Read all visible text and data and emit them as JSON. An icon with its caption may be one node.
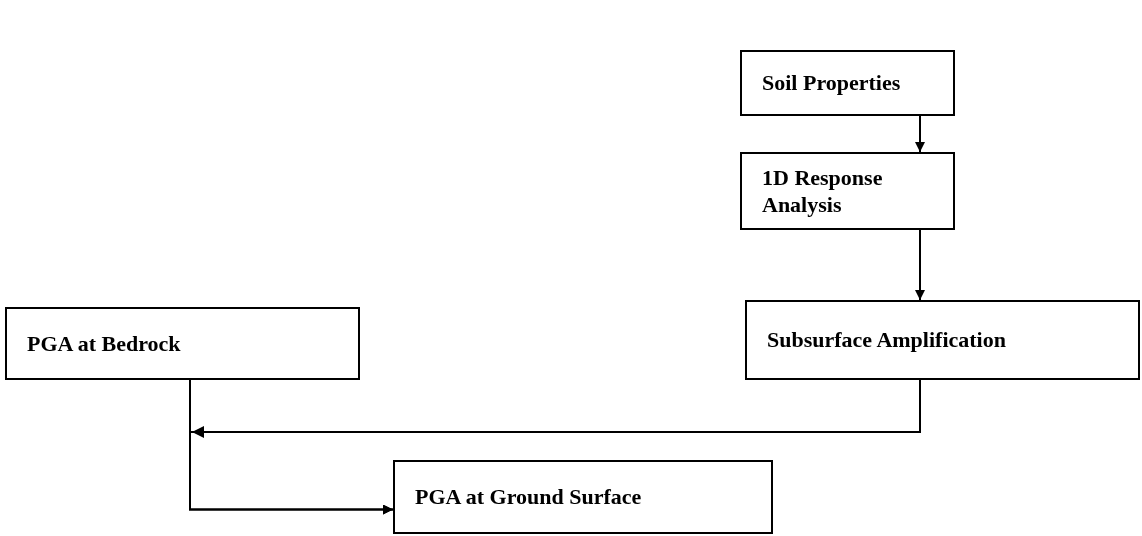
{
  "diagram": {
    "nodes": [
      {
        "text": [
          "Soil Properties"
        ]
      },
      {
        "text": [
          "1D Response Analysis"
        ]
      },
      {
        "text": [
          "Subsurface Amplification"
        ]
      },
      {
        "text": [
          "PGA at Bedrock"
        ]
      },
      {
        "text": [
          "PGA at Ground Surface"
        ]
      }
    ],
    "edges": [
      {
        "from": 0,
        "to": 1,
        "arrow": "to"
      },
      {
        "from": 1,
        "to": 2,
        "arrow": "to"
      },
      {
        "from": 2,
        "to": 4,
        "arrow": "to"
      },
      {
        "from": 3,
        "to": 4,
        "arrow": "to"
      }
    ]
  }
}
